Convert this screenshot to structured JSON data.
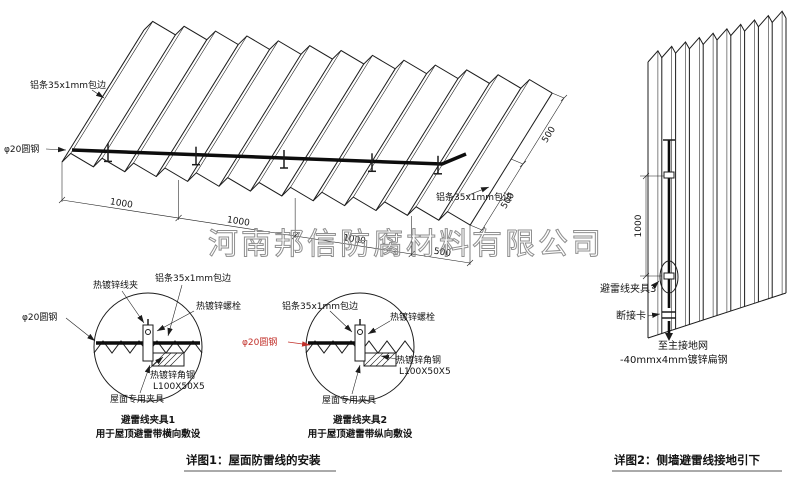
{
  "watermark": "河南邦信防腐材料有限公司",
  "main": {
    "caption": "详图1：屋面防雷线的安装",
    "labels": {
      "alu_left": "铝条35x1mm包边",
      "alu_right": "铝条35x1mm包边",
      "round_steel": "φ20圆钢"
    },
    "dims_bottom": [
      "1000",
      "1000",
      "1000",
      "500"
    ],
    "dims_right": [
      "500",
      "500"
    ]
  },
  "clamp1": {
    "title": "避雷线夹具1",
    "subtitle": "用于屋顶避雷带横向敷设",
    "labels": {
      "wire_clip": "热镀锌线夹",
      "alu_edge": "铝条35x1mm包边",
      "bolt": "热镀锌螺栓",
      "round_steel": "φ20圆钢",
      "angle_steel": "热镀锌角钢",
      "angle_spec": "L100X50X5",
      "roof_fixture": "屋面专用夹具"
    }
  },
  "clamp2": {
    "title": "避雷线夹具2",
    "subtitle": "用于屋顶避雷带纵向敷设",
    "labels": {
      "alu_edge": "铝条35x1mm包边",
      "bolt": "热镀锌螺栓",
      "round_steel": "φ20圆钢",
      "angle_steel": "热镀锌角钢",
      "angle_spec": "L100X50X5",
      "roof_fixture": "屋面专用夹具"
    }
  },
  "wall": {
    "caption": "详图2：侧墙避雷线接地引下",
    "dim": "1000",
    "labels": {
      "clamp3": "避雷线夹具3",
      "disconnect": "断接卡",
      "to_ground": "至主接地网",
      "flat_steel": "-40mmx4mm镀锌扁钢"
    }
  },
  "colors": {
    "line": "#1c1c1c",
    "red_label": "#c2302a",
    "watermark": "#8f8f8f"
  }
}
